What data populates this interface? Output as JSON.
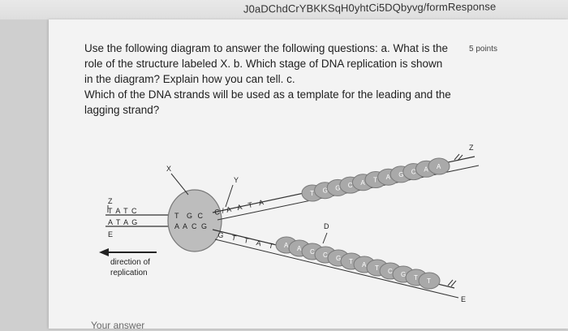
{
  "browser": {
    "url_fragment": "J0aDChdCrYBKKSqH0yhtCi5DQbyvg/formResponse"
  },
  "question": {
    "lines": [
      "Use the following diagram to answer the following questions: a. What is the",
      "role of the structure labeled X.    b. Which stage of DNA replication is shown",
      "in the diagram? Explain how you can tell.                                  c.",
      "Which of the DNA strands will be used as a template for the leading and the",
      "lagging strand?"
    ],
    "points": "5 points"
  },
  "diagram": {
    "labels": {
      "X": "X",
      "Y": "Y",
      "Z_left": "Z",
      "Z_right": "Z",
      "D": "D",
      "E_left": "E",
      "E_right": "E"
    },
    "left_top_strand": "T A T C",
    "left_bottom_strand": "A T A G",
    "enzyme_top": "G C",
    "enzyme_bottom": "A C G",
    "enzyme_top_left": "T",
    "enzyme_bottom_left": "A",
    "upper_strand_text": "C/A A T A",
    "lower_strand_text": "G T T A T",
    "upper_beads": [
      "T",
      "G",
      "G",
      "C",
      "A",
      "T",
      "A",
      "G",
      "C",
      "A",
      "A"
    ],
    "lower_beads": [
      "A",
      "A",
      "C",
      "C",
      "G",
      "T",
      "A",
      "T",
      "C",
      "G",
      "T",
      "T"
    ],
    "direction_label": [
      "direction of",
      "replication"
    ]
  },
  "answer": {
    "label": "Your answer"
  }
}
